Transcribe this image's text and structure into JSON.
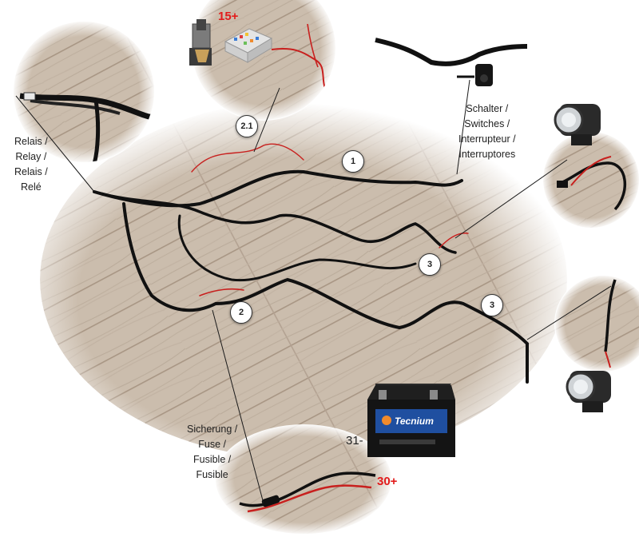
{
  "callouts": [
    {
      "id": "c1",
      "text": "1"
    },
    {
      "id": "c21",
      "text": "2.1"
    },
    {
      "id": "c2",
      "text": "2"
    },
    {
      "id": "c3a",
      "text": "3"
    },
    {
      "id": "c3b",
      "text": "3"
    }
  ],
  "labels": {
    "relay": [
      "Relais /",
      "Relay /",
      "Relais /",
      "Relé"
    ],
    "switch": [
      "Schalter /",
      "Switches /",
      "Interrupteur /",
      "Interruptores"
    ],
    "fuse": [
      "Sicherung  /",
      "Fuse /",
      "Fusible /",
      "Fusible"
    ],
    "terminal_15": "15+",
    "terminal_30": "30+",
    "terminal_31": "31-",
    "battery_brand": "Tecnium"
  },
  "colors": {
    "wire": "#1a1a1a",
    "positive_wire": "#c8201e",
    "terminal_red": "#e21b1b",
    "battery_body": "#151515",
    "battery_label": "#1f4fa0",
    "floor": "#cdbfae"
  }
}
